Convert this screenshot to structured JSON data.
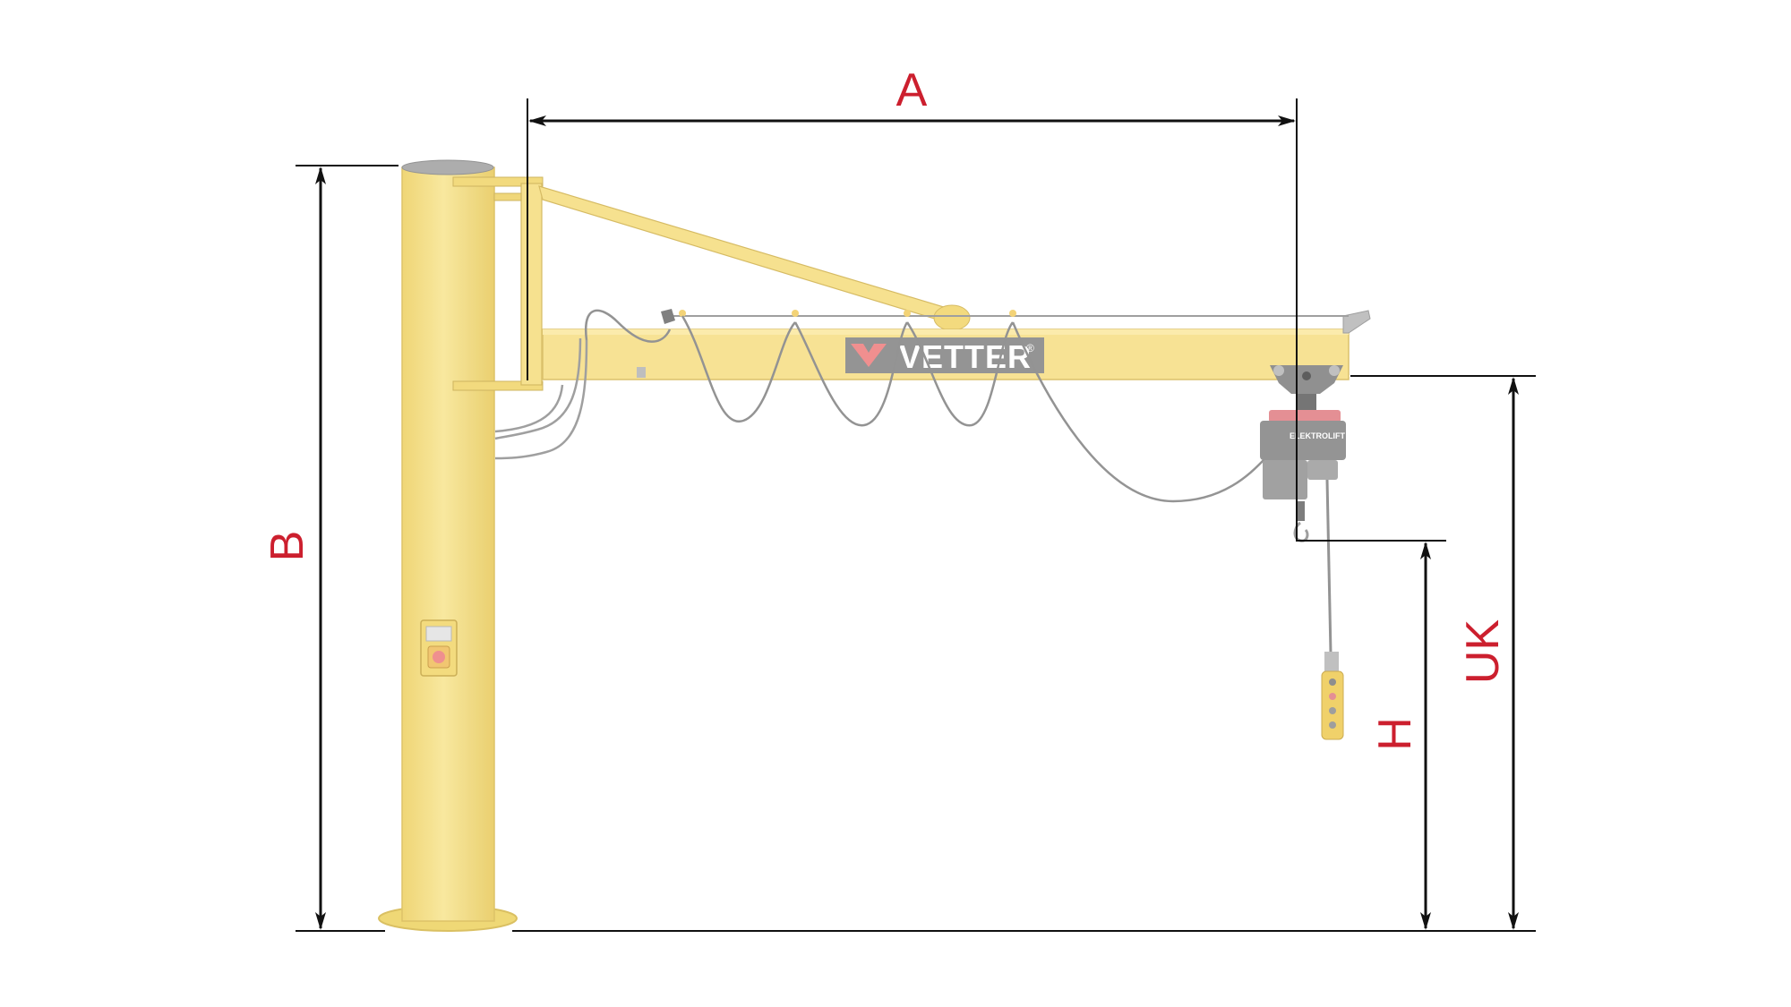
{
  "diagram": {
    "labels": {
      "A": "A",
      "B": "B",
      "H": "H",
      "UK": "UK"
    },
    "brand_logo": "VETTER",
    "brand_mark": "®",
    "hoist_brand": "ELEKTROLIFT",
    "colors": {
      "crane_yellow": "#f5e08a",
      "dimension_red": "#cc1f2e",
      "dimension_black": "#111111",
      "hoist_dark": "#8a8a8a",
      "hoist_red": "#e8848c"
    }
  }
}
